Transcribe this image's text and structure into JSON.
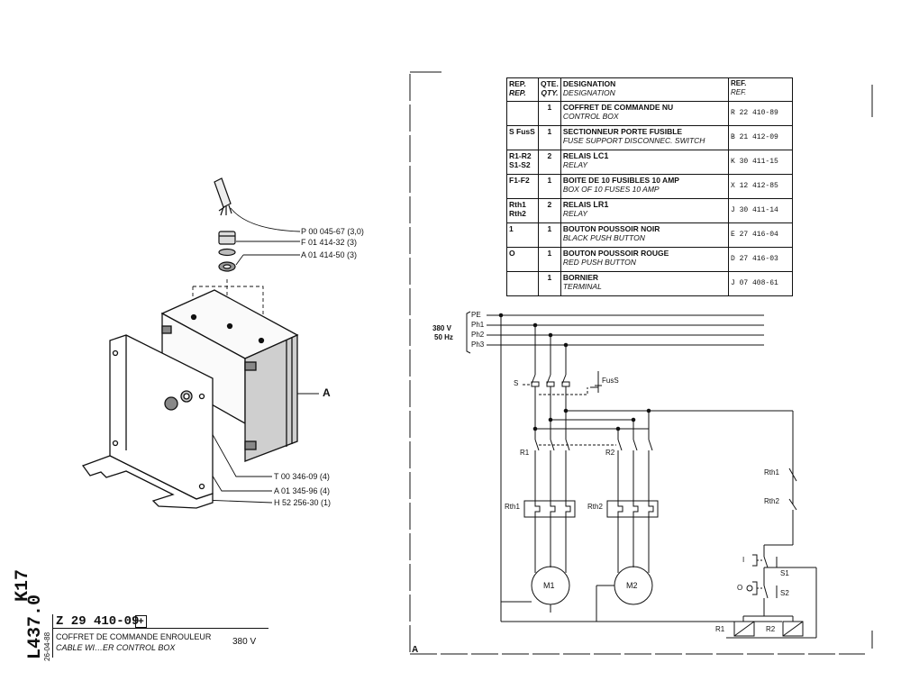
{
  "left_drawing": {
    "callouts": [
      "P 00 045-67 (3,0)",
      "F 01 414-32 (3)",
      "A 01 414-50 (3)",
      "A",
      "T 00 346-09 (4)",
      "A 01 345-96 (4)",
      "H 52 256-30 (1)"
    ]
  },
  "title_block": {
    "vertical_code_1": "K17",
    "vertical_code_2": "L437.0",
    "date": "26-04-88",
    "code": "Z 29 410-09",
    "title_fr": "COFFRET DE COMMANDE ENROULEUR",
    "title_en": "CABLE WI…ER CONTROL BOX",
    "voltage": "380 V"
  },
  "parts_table": {
    "header": {
      "rep_fr": "REP.",
      "rep_en": "REP.",
      "qty_fr": "QTE.",
      "qty_en": "QTY.",
      "des_fr": "DESIGNATION",
      "des_en": "DESIGNATION",
      "ref_fr": "REF.",
      "ref_en": "REF."
    },
    "rows": [
      {
        "rep": "",
        "qty": "1",
        "fr": "COFFRET DE COMMANDE NU",
        "en": "CONTROL BOX",
        "tag": "",
        "ref": "R 22 410-89"
      },
      {
        "rep": "S FusS",
        "qty": "1",
        "fr": "SECTIONNEUR PORTE FUSIBLE",
        "en": "FUSE SUPPORT DISCONNEC. SWITCH",
        "tag": "",
        "ref": "B 21 412-09"
      },
      {
        "rep": "R1-R2 S1-S2",
        "qty": "2",
        "fr": "RELAIS",
        "en": "RELAY",
        "tag": "LC1",
        "ref": "K 30 411-15"
      },
      {
        "rep": "F1-F2",
        "qty": "1",
        "fr": "BOITE DE 10 FUSIBLES 10 AMP",
        "en": "BOX OF 10 FUSES 10 AMP",
        "tag": "",
        "ref": "X 12 412-85"
      },
      {
        "rep": "Rth1 Rth2",
        "qty": "2",
        "fr": "RELAIS",
        "en": "RELAY",
        "tag": "LR1",
        "ref": "J 30 411-14"
      },
      {
        "rep": "1",
        "qty": "1",
        "fr": "BOUTON POUSSOIR NOIR",
        "en": "BLACK PUSH BUTTON",
        "tag": "",
        "ref": "E 27 416-04"
      },
      {
        "rep": "O",
        "qty": "1",
        "fr": "BOUTON POUSSOIR ROUGE",
        "en": "RED PUSH BUTTON",
        "tag": "",
        "ref": "D 27 416-03"
      },
      {
        "rep": "",
        "qty": "1",
        "fr": "BORNIER",
        "en": "TERMINAL",
        "tag": "",
        "ref": "J 07 408-61"
      }
    ]
  },
  "schematic": {
    "supply_voltage": "380 V",
    "supply_freq": "50 Hz",
    "lines": [
      "PE",
      "Ph1",
      "Ph2",
      "Ph3"
    ],
    "labels": {
      "switch": "S",
      "fuse": "FusS",
      "relay1": "R1",
      "relay2": "R2",
      "rth1": "Rth1",
      "rth2": "Rth2",
      "motor1": "M1",
      "motor2": "M2",
      "rth1_contact": "Rth1",
      "rth2_contact": "Rth2",
      "btn_black": "I",
      "btn_red": "O",
      "s1": "S1",
      "s2": "S2",
      "coil_r1": "R1",
      "coil_r2": "R2",
      "frame_label": "A"
    }
  }
}
